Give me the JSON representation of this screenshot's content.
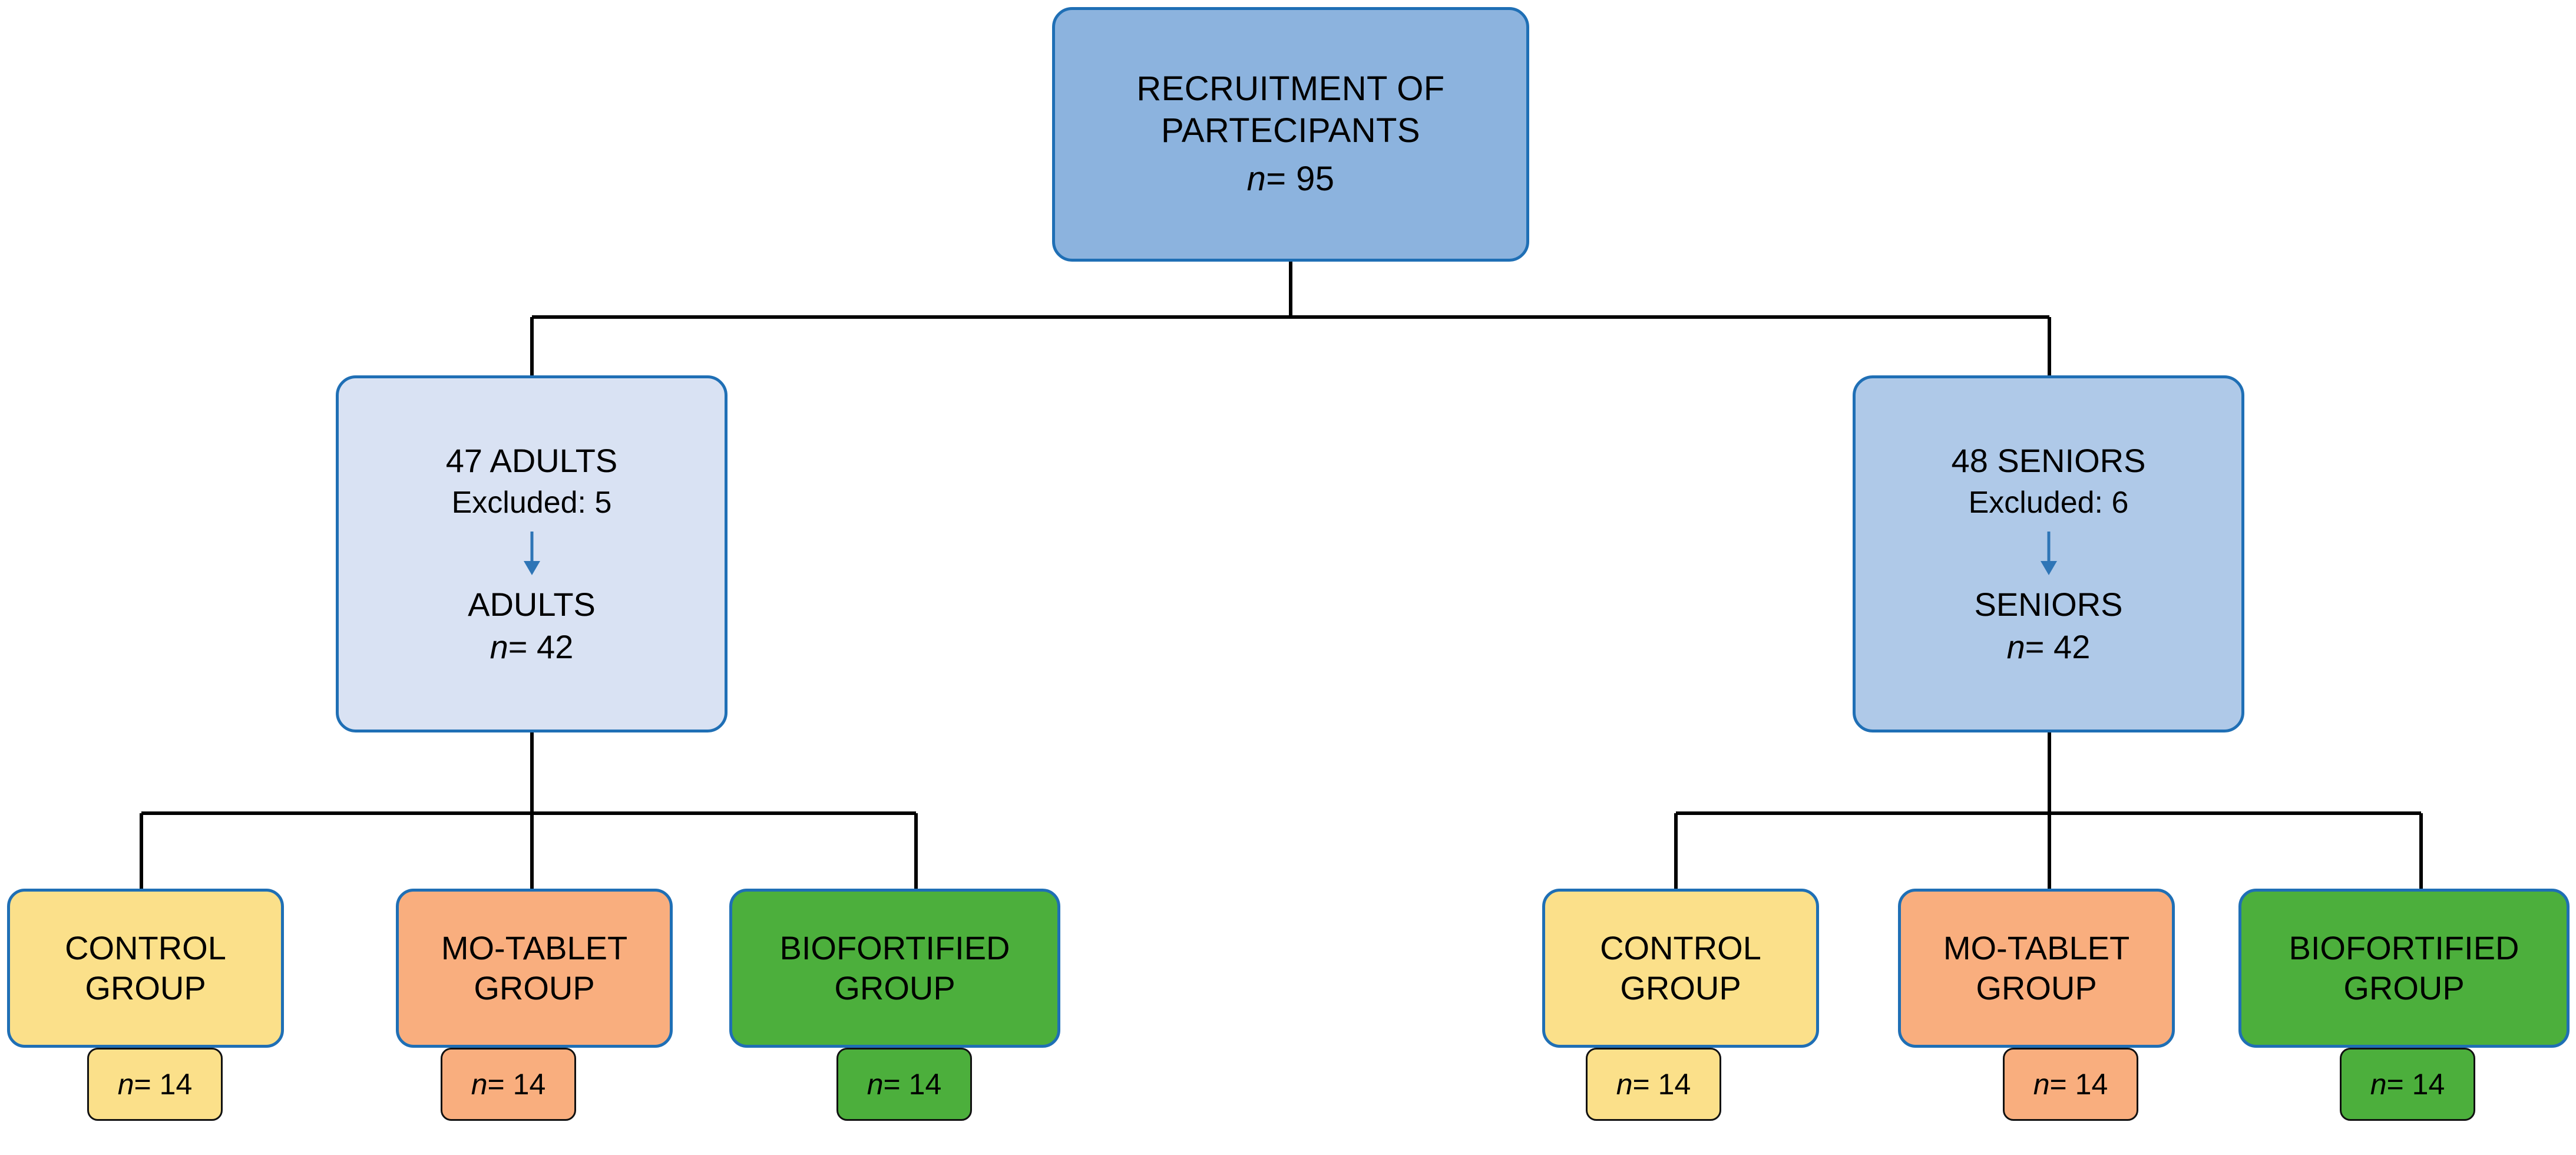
{
  "diagram": {
    "type": "flowchart",
    "title": "Participant recruitment and allocation flowchart",
    "colors": {
      "root_fill": "#8CB3DE",
      "adults_fill": "#D9E2F3",
      "seniors_fill": "#AFC9E8",
      "control_fill": "#FBE08A",
      "motablet_fill": "#F9AE7E",
      "biofortified_fill": "#4CAF3C",
      "box_border": "#1F6FB5",
      "badge_border": "#111111",
      "connector": "#000000",
      "inbox_arrow": "#2E75B6"
    }
  },
  "root": {
    "line1": "RECRUITMENT OF",
    "line2": "PARTECIPANTS",
    "n_symbol": "n",
    "n_value": "= 95"
  },
  "strata": [
    {
      "id": "adults",
      "head": "47 ADULTS",
      "excluded_label": "Excluded:",
      "excluded_value": "5",
      "arrow": "down-arrow-icon",
      "tail": "ADULTS",
      "n_symbol": "n",
      "n_value": "= 42"
    },
    {
      "id": "seniors",
      "head": "48 SENIORS",
      "excluded_label": "Excluded:",
      "excluded_value": "6",
      "arrow": "down-arrow-icon",
      "tail": "SENIORS",
      "n_symbol": "n",
      "n_value": "= 42"
    }
  ],
  "groups_adults": [
    {
      "id": "control",
      "line1": "CONTROL",
      "line2": "GROUP",
      "n_symbol": "n",
      "n_value": "= 14"
    },
    {
      "id": "motablet",
      "line1": "MO-TABLET",
      "line2": "GROUP",
      "n_symbol": "n",
      "n_value": "= 14"
    },
    {
      "id": "biofortified",
      "line1": "BIOFORTIFIED",
      "line2": "GROUP",
      "n_symbol": "n",
      "n_value": "= 14"
    }
  ],
  "groups_seniors": [
    {
      "id": "control",
      "line1": "CONTROL",
      "line2": "GROUP",
      "n_symbol": "n",
      "n_value": "= 14"
    },
    {
      "id": "motablet",
      "line1": "MO-TABLET",
      "line2": "GROUP",
      "n_symbol": "n",
      "n_value": "= 14"
    },
    {
      "id": "biofortified",
      "line1": "BIOFORTIFIED",
      "line2": "GROUP",
      "n_symbol": "n",
      "n_value": "= 14"
    }
  ]
}
